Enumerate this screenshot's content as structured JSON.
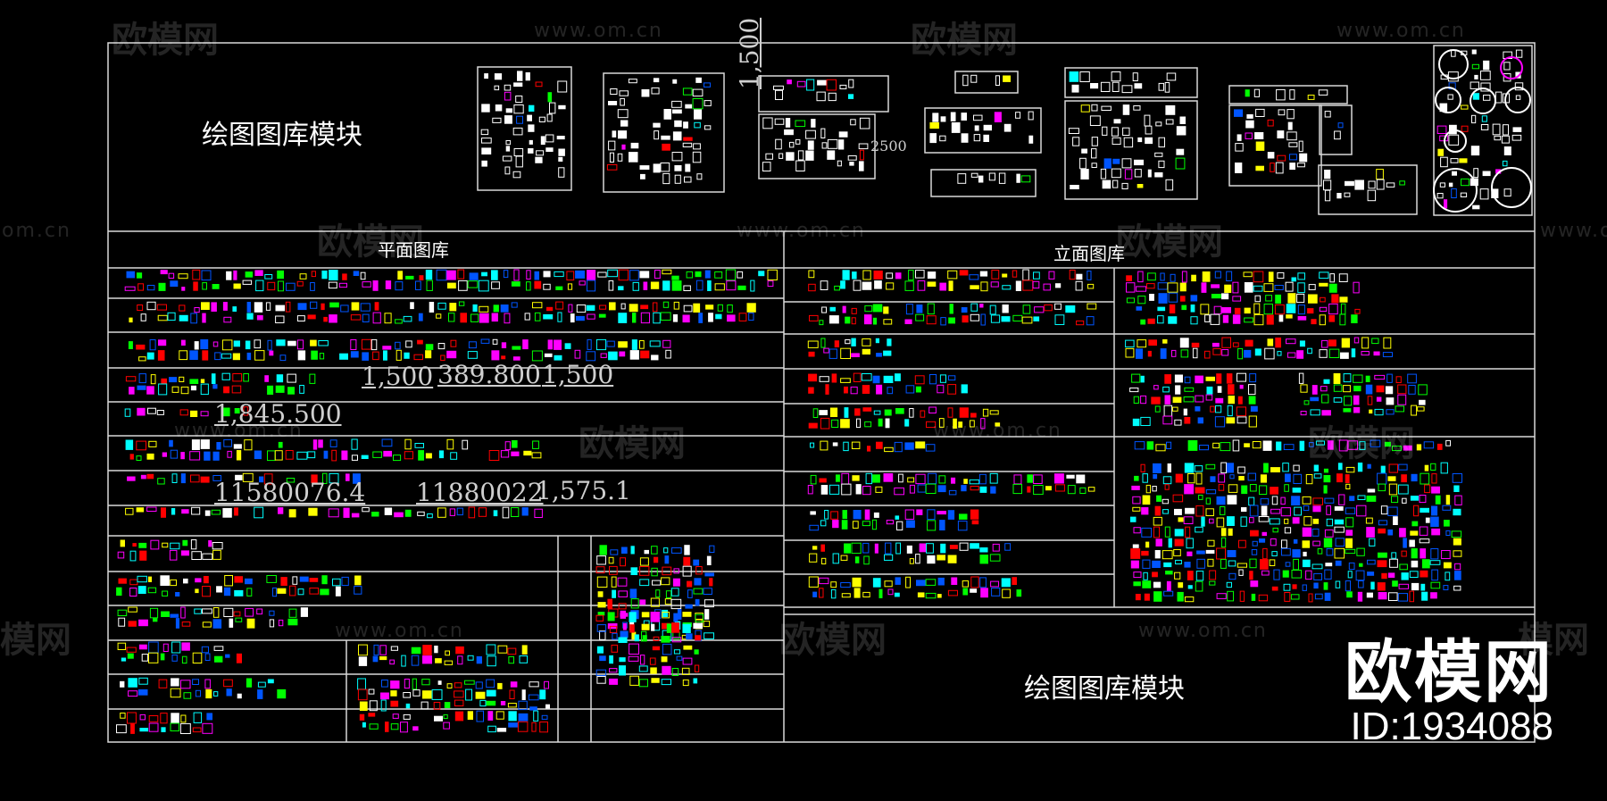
{
  "headings": {
    "top_title": "绘图图库模块",
    "plan_library": "平面图库",
    "elevation_library": "立面图库",
    "bottom_title": "绘图图库模块"
  },
  "watermark": {
    "logo_text": "欧模网",
    "url_text": "www.om.cn",
    "url_fragment": "om.cn",
    "logo_fragment": "模网"
  },
  "brand": {
    "name": "欧模网",
    "id": "ID:1934088"
  },
  "dimensions": {
    "d1": "1,500",
    "d2": "1,500",
    "d3": "389.800",
    "d4": "1,500",
    "d5": "1,845.500",
    "d6": "11580076.4",
    "d7": "11880022",
    "d8": "1,575.1",
    "d9": "2500"
  },
  "colors": {
    "background": "#000000",
    "frame": "#d9d9d9",
    "cad_palette": [
      "#ff00ff",
      "#00ffff",
      "#ffff00",
      "#00ff00",
      "#ffffff",
      "#ff0000",
      "#0055ff"
    ]
  }
}
